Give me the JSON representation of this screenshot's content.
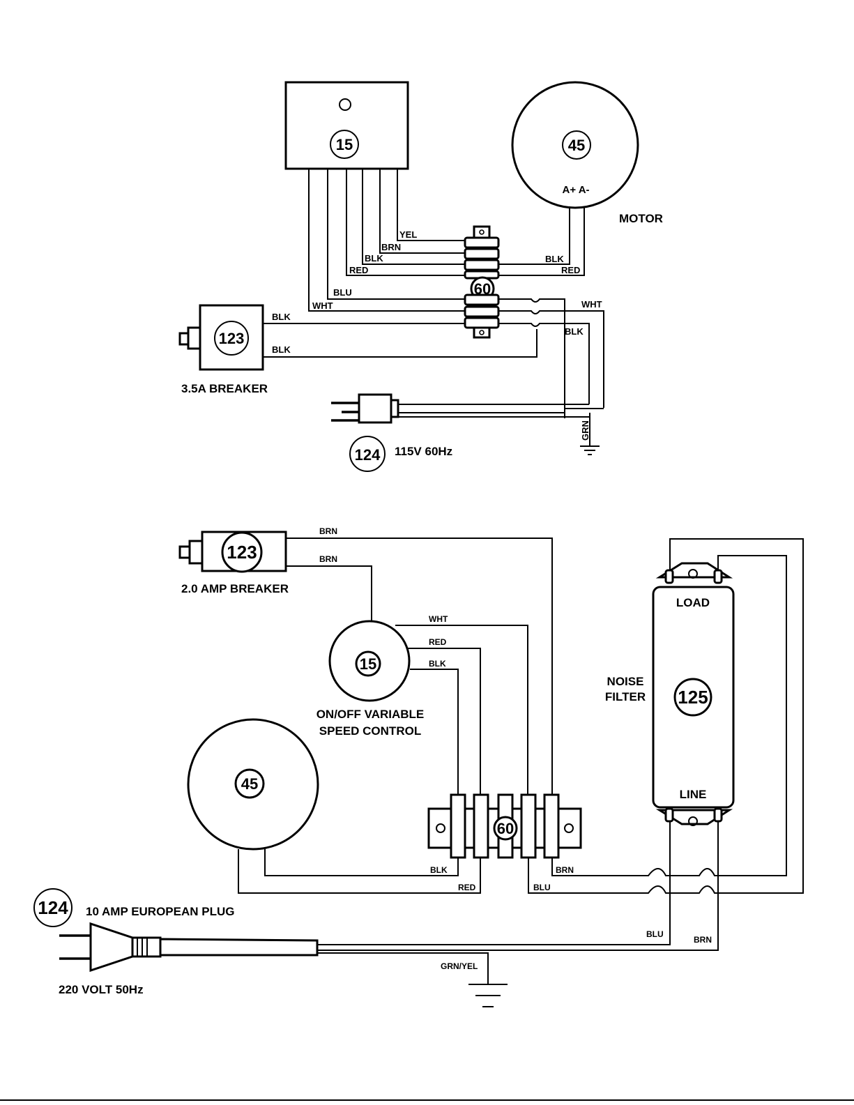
{
  "top": {
    "control_number": "15",
    "motor_number": "45",
    "motor_terminals": "A+ A-",
    "motor_label": "MOTOR",
    "terminal_block_number": "60",
    "breaker_number": "123",
    "breaker_label": "3.5A BREAKER",
    "plug_number": "124",
    "plug_label": "115V   60Hz",
    "wires": {
      "yel": "YEL",
      "brn": "BRN",
      "blk_a": "BLK",
      "red_a": "RED",
      "blu": "BLU",
      "wht_a": "WHT",
      "blk_motor": "BLK",
      "red_motor": "RED",
      "wht_line": "WHT",
      "blk_line": "BLK",
      "blk_breaker_1": "BLK",
      "blk_breaker_2": "BLK",
      "grn": "GRN"
    }
  },
  "bottom": {
    "breaker_number": "123",
    "breaker_label": "2.0 AMP BREAKER",
    "control_number": "15",
    "control_label_1": "ON/OFF VARIABLE",
    "control_label_2": "SPEED CONTROL",
    "motor_number": "45",
    "terminal_block_number": "60",
    "filter_number": "125",
    "filter_load": "LOAD",
    "filter_line": "LINE",
    "filter_label_1": "NOISE",
    "filter_label_2": "FILTER",
    "plug_number": "124",
    "plug_label": "10 AMP EUROPEAN PLUG",
    "voltage_label": "220  VOLT  50Hz",
    "wires": {
      "brn_top": "BRN",
      "brn_second": "BRN",
      "wht": "WHT",
      "red": "RED",
      "blk": "BLK",
      "blk_motor": "BLK",
      "red_motor": "RED",
      "brn_block": "BRN",
      "blu_block": "BLU",
      "blu_plug": "BLU",
      "brn_plug": "BRN",
      "grn_yel": "GRN/YEL"
    }
  }
}
